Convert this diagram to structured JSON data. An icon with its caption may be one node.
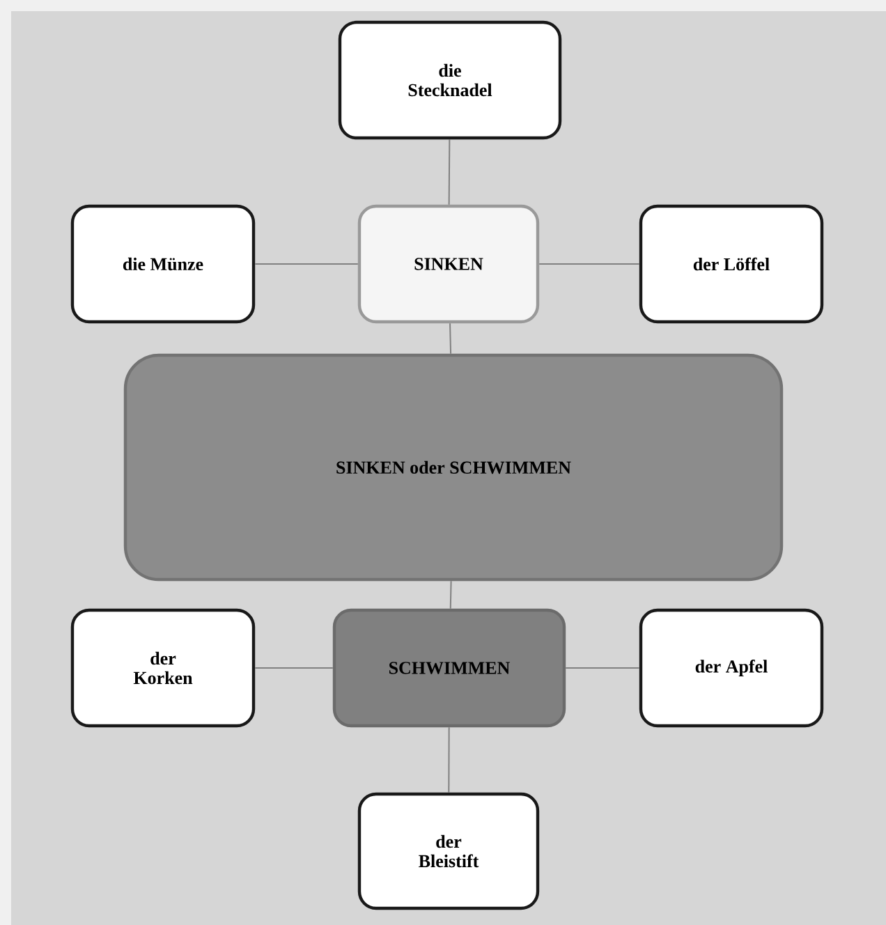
{
  "diagram": {
    "nodes": [
      {
        "text": [
          "die Stecknadel"
        ]
      },
      {
        "text": [
          "die Münze"
        ]
      },
      {
        "text": [
          "SINKEN"
        ]
      },
      {
        "text": [
          "der Löffel"
        ]
      },
      {
        "text": [
          "SINKEN oder SCHWIMMEN"
        ]
      },
      {
        "text": [
          "der Korken"
        ]
      },
      {
        "text": [
          "SCHWIMMEN"
        ]
      },
      {
        "text": [
          "der Apfel"
        ]
      },
      {
        "text": [
          "der Bleistift"
        ]
      }
    ],
    "edges": [
      {
        "from": 0,
        "to": 2,
        "arrow": "none"
      },
      {
        "from": 1,
        "to": 2,
        "arrow": "none"
      },
      {
        "from": 2,
        "to": 3,
        "arrow": "none"
      },
      {
        "from": 2,
        "to": 4,
        "arrow": "none"
      },
      {
        "from": 4,
        "to": 6,
        "arrow": "none"
      },
      {
        "from": 5,
        "to": 6,
        "arrow": "none"
      },
      {
        "from": 6,
        "to": 7,
        "arrow": "none"
      },
      {
        "from": 6,
        "to": 8,
        "arrow": "none"
      }
    ]
  }
}
